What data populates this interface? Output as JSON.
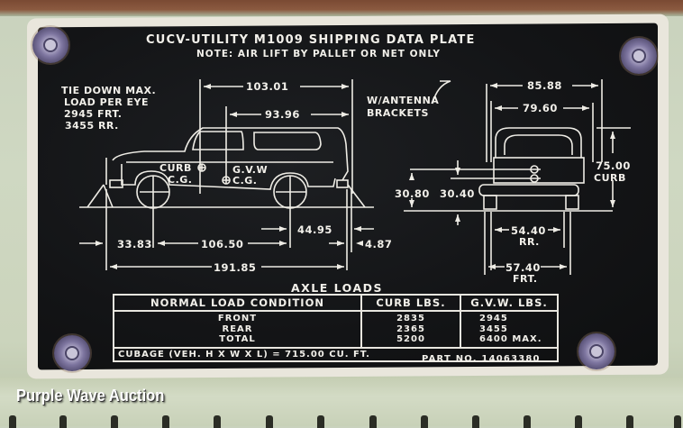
{
  "plate": {
    "title": "CUCV-UTILITY M1009 SHIPPING DATA PLATE",
    "note": "NOTE: AIR LIFT BY PALLET OR NET ONLY",
    "tie_down": {
      "line1": "TIE DOWN MAX.",
      "line2": "LOAD PER EYE",
      "line3": "2945 FRT.",
      "line4": "3455 RR."
    },
    "side_view": {
      "curb_cg_label_1": "CURB",
      "curb_cg_label_2": "C.G.",
      "gvw_cg_label_1": "G.V.W",
      "gvw_cg_label_2": "C.G.",
      "dimensions": {
        "overall_top": "103.01",
        "cab_to_rear": "93.96",
        "front_overhang": "33.83",
        "wheelbase": "106.50",
        "rear_cg_offset": "44.95",
        "rear_eye_offset": "4.87",
        "overall_length": "191.85"
      }
    },
    "rear_view": {
      "antenna_line1": "W/ANTENNA",
      "antenna_line2": "BRACKETS",
      "dimensions": {
        "width_with_antenna": "85.88",
        "body_width": "79.60",
        "height_curb": "75.00",
        "height_curb_label": "CURB",
        "curb_cg_height": "30.80",
        "gvw_cg_height": "30.40",
        "rear_track": "54.40",
        "rear_track_label": "RR.",
        "front_track": "57.40",
        "front_track_label": "FRT."
      }
    },
    "axle_loads": {
      "heading": "AXLE LOADS",
      "columns": [
        "NORMAL LOAD CONDITION",
        "CURB LBS.",
        "G.V.W. LBS."
      ],
      "rows": [
        {
          "condition": "FRONT",
          "curb": "2835",
          "gvw": "2945"
        },
        {
          "condition": "REAR",
          "curb": "2365",
          "gvw": "3455"
        },
        {
          "condition": "TOTAL",
          "curb": "5200",
          "gvw": "6400 MAX."
        }
      ],
      "cubage": "CUBAGE (VEH. H X W X L) = 715.00  CU. FT."
    },
    "part_number": "PART NO. 14063380"
  },
  "watermark": "Purple Wave Auction",
  "colors": {
    "plate_black": "#131416",
    "plate_text": "#f2f0ea",
    "plate_border": "#e9e6dc",
    "body_green": "#cfd8c2",
    "top_brown": "#8b5a40",
    "screw_purple": "#7e76a0"
  }
}
